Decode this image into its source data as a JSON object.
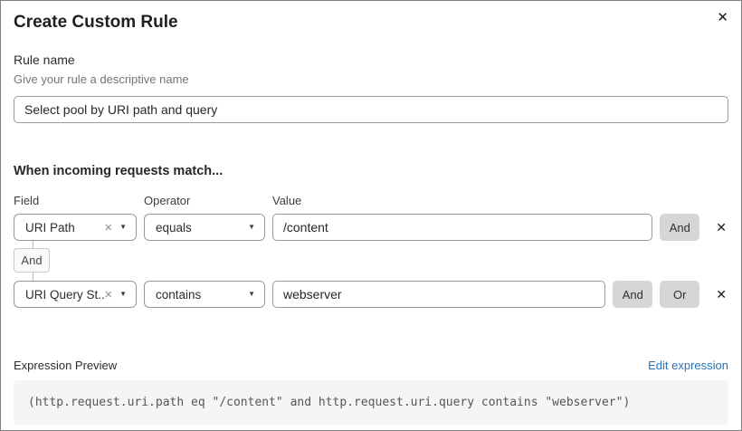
{
  "dialog": {
    "title": "Create Custom Rule"
  },
  "icons": {
    "close": "✕",
    "clear": "×",
    "caret_down": "▼",
    "delete_row": "✕"
  },
  "rule_name": {
    "label": "Rule name",
    "helper": "Give your rule a descriptive name",
    "value": "Select pool by URI path and query"
  },
  "matcher": {
    "heading": "When incoming requests match...",
    "columns": {
      "field": "Field",
      "operator": "Operator",
      "value": "Value"
    },
    "connector_label": "And",
    "rows": [
      {
        "field": "URI Path",
        "operator": "equals",
        "value": "/content",
        "and_label": "And"
      },
      {
        "field": "URI Query St...",
        "operator": "contains",
        "value": "webserver",
        "and_label": "And",
        "or_label": "Or"
      }
    ]
  },
  "expression": {
    "label": "Expression Preview",
    "edit_link": "Edit expression",
    "code": "(http.request.uri.path eq \"/content\" and http.request.uri.query contains \"webserver\")"
  },
  "colors": {
    "accent_link": "#2572b8",
    "button_gray": "#d6d6d6",
    "code_bg": "#f5f5f6",
    "border_gray": "#98999d"
  }
}
